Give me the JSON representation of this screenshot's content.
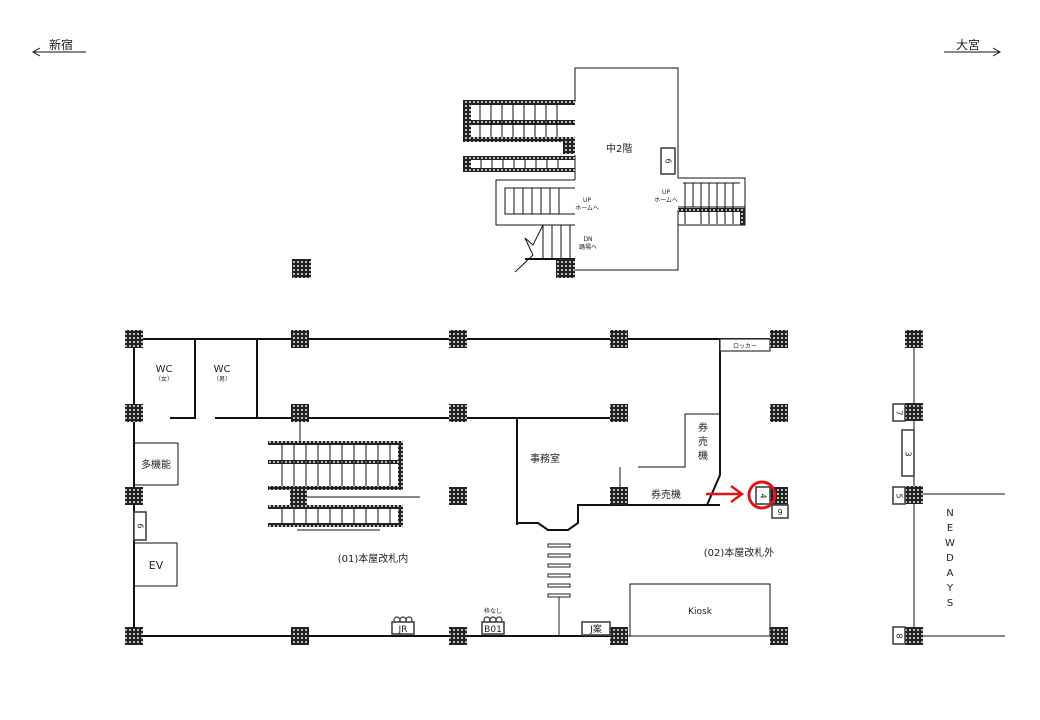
{
  "directions": {
    "left": {
      "label": "新宿",
      "arrow": "left"
    },
    "right": {
      "label": "大宮",
      "arrow": "right"
    }
  },
  "mezzanine": {
    "title": "中2階",
    "sign_id": "6",
    "stairs_up_left": {
      "line1": "UP",
      "line2": "ホームへ"
    },
    "stairs_up_right": {
      "line1": "UP",
      "line2": "ホームへ"
    },
    "stairs_down": {
      "line1": "DN",
      "line2": "踊場へ"
    }
  },
  "main_floor": {
    "wc_female": {
      "label": "WC",
      "sub": "（女）"
    },
    "wc_male": {
      "label": "WC",
      "sub": "（男）"
    },
    "multi_purpose": "多機能",
    "elevator": "EV",
    "sign_6_left": "6",
    "office": "事務室",
    "ticket_machine_vertical": [
      "券",
      "売",
      "機"
    ],
    "ticket_machine": "券売機",
    "locker": "ロッカー",
    "zone_inside": "(01)本屋改札内",
    "zone_outside": "(02)本屋改札外",
    "kiosk": "Kiosk",
    "sign_jr": "JR",
    "sign_b01": "B01",
    "sign_b01_note": "枠なし",
    "sign_info": "J案",
    "highlight_sign": "4",
    "sign_9_right": "9",
    "highlight_color": "#e0141b"
  },
  "right_wing": {
    "sign_7": "7",
    "sign_3": "3",
    "sign_5": "5",
    "sign_8": "8",
    "shop_letters": [
      "N",
      "E",
      "W",
      "D",
      "A",
      "Y",
      "S"
    ]
  }
}
